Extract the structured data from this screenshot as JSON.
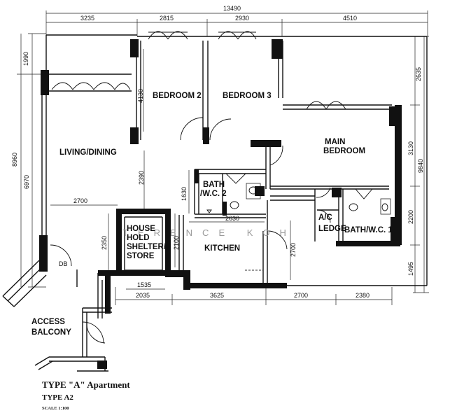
{
  "rooms": {
    "bedroom2": "BEDROOM 2",
    "bedroom3": "BEDROOM 3",
    "main_bedroom_1": "MAIN",
    "main_bedroom_2": "BEDROOM",
    "living": "LIVING/DINING",
    "bath2_1": "BATH",
    "bath2_2": "/W.C. 2",
    "kitchen": "KITCHEN",
    "shelter_1": "HOUSE",
    "shelter_2": "HOLD",
    "shelter_3": "SHELTER/",
    "shelter_4": "STORE",
    "wc_ledge_1": "A/C",
    "wc_ledge_2": "LEDGE",
    "bath1": "BATH/W.C. 1",
    "access_1": "ACCESS",
    "access_2": "BALCONY",
    "db": "DB"
  },
  "dimensions": {
    "top_total": "13490",
    "top_1": "3235",
    "top_2": "2815",
    "top_3": "2930",
    "top_4": "4510",
    "left_1": "1990",
    "left_total": "8960",
    "left_2": "6970",
    "right_1": "2635",
    "right_2": "3130",
    "right_total": "9840",
    "right_3": "2200",
    "right_4": "1495",
    "bottom_1": "2035",
    "bottom_2": "3625",
    "bottom_3": "2700",
    "bottom_4": "2380",
    "bed2_v": "4130",
    "corridor_v": "2390",
    "bath_v": "1630",
    "living_h": "2700",
    "shelter_v": "2350",
    "kitchen_v": "2100",
    "shelter_h": "1535",
    "kitchen_top": "2630",
    "kitchen_right_v": "2700"
  },
  "title": {
    "line1": "TYPE \"A\" Apartment",
    "line2": "TYPE A2",
    "scale": "SCALE 1:100"
  },
  "watermark": "TERENCE KOH"
}
